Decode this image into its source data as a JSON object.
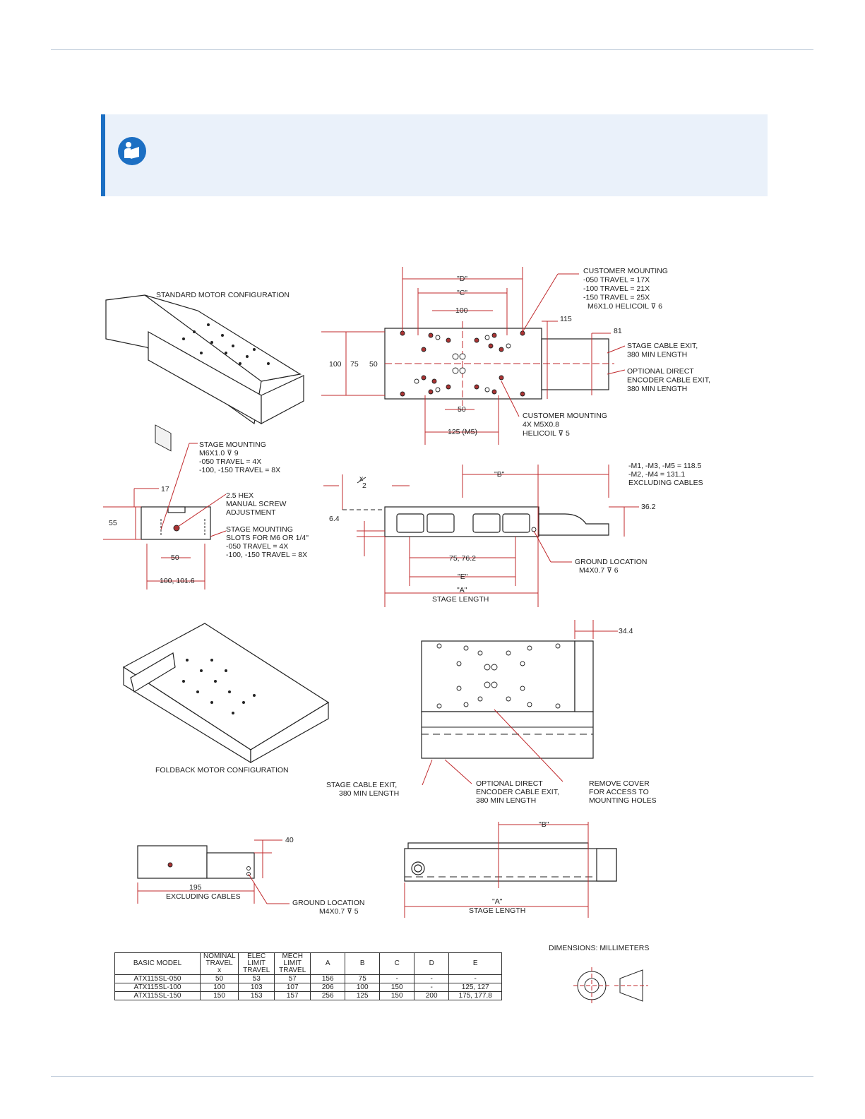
{
  "document": {
    "note_icon": "read-manual-icon",
    "accent_color": "#1c6fc3",
    "dimension_red": "#c0282b"
  },
  "labels": {
    "standard_motor": "STANDARD MOTOR CONFIGURATION",
    "foldback_motor": "FOLDBACK MOTOR CONFIGURATION",
    "customer_mounting_1": [
      "CUSTOMER MOUNTING",
      "-050 TRAVEL = 17X",
      "-100 TRAVEL = 21X",
      "-150 TRAVEL = 25X",
      "M6X1.0 HELICOIL ⊽ 6"
    ],
    "customer_mounting_2": [
      "CUSTOMER MOUNTING",
      "4X M5X0.8",
      "HELICOIL ⊽ 5"
    ],
    "stage_cable_exit": [
      "STAGE CABLE EXIT,",
      "380 MIN LENGTH"
    ],
    "optional_encoder": [
      "OPTIONAL DIRECT",
      "ENCODER CABLE EXIT,",
      "380 MIN LENGTH"
    ],
    "stage_mounting": [
      "STAGE MOUNTING",
      "M6X1.0 ⊽ 9",
      "-050 TRAVEL = 4X",
      "-100, -150 TRAVEL = 8X"
    ],
    "hex": [
      "2.5 HEX",
      "MANUAL SCREW",
      "ADJUSTMENT"
    ],
    "slots": [
      "STAGE MOUNTING",
      "SLOTS FOR M6 OR 1/4\"",
      "-050 TRAVEL = 4X",
      "-100, -150  TRAVEL = 8X"
    ],
    "m_lengths": [
      "-M1, -M3, -M5 = 118.5",
      "-M2, -M4 = 131.1",
      "EXCLUDING CABLES"
    ],
    "ground_1": [
      "GROUND LOCATION",
      "M4X0.7 ⊽ 6"
    ],
    "ground_2": [
      "GROUND LOCATION",
      "M4X0.7 ⊽ 5"
    ],
    "stage_cable_exit_2": [
      "STAGE CABLE EXIT,",
      "380 MIN LENGTH"
    ],
    "optional_encoder_2": [
      "OPTIONAL DIRECT",
      "ENCODER CABLE EXIT,",
      "380 MIN LENGTH"
    ],
    "remove_cover": [
      "REMOVE COVER",
      "FOR ACCESS TO",
      "MOUNTING HOLES"
    ],
    "excluding_cables": [
      "195",
      "EXCLUDING CABLES"
    ],
    "stage_length": [
      "\"A\"",
      "STAGE LENGTH"
    ],
    "stage_length_2": [
      "\"A\"",
      "STAGE LENGTH"
    ],
    "units": "DIMENSIONS: MILLIMETERS"
  },
  "dims": {
    "D": "\"D\"",
    "C": "\"C\"",
    "d100": "100",
    "d115": "115",
    "d81": "81",
    "h100": "100",
    "h75": "75",
    "h50": "50",
    "d50b": "50",
    "d125": "125 (M5)",
    "d17": "17",
    "d55": "55",
    "d50c": "50",
    "d100c": "100, 101.6",
    "x2_top": "x",
    "x2_bot": "2",
    "B": "\"B\"",
    "d64": "6.4",
    "d362": "36.2",
    "d75": "75, 76.2",
    "E": "\"E\"",
    "d344": "34.4",
    "d40": "40",
    "B2": "\"B\""
  },
  "table": {
    "headers": [
      "BASIC MODEL",
      "NOMINAL TRAVEL x",
      "ELEC LIMIT TRAVEL",
      "MECH LIMIT TRAVEL",
      "A",
      "B",
      "C",
      "D",
      "E"
    ],
    "rows": [
      [
        "ATX115SL-050",
        "50",
        "53",
        "57",
        "156",
        "75",
        "-",
        "-",
        "-"
      ],
      [
        "ATX115SL-100",
        "100",
        "103",
        "107",
        "206",
        "100",
        "150",
        "-",
        "125, 127"
      ],
      [
        "ATX115SL-150",
        "150",
        "153",
        "157",
        "256",
        "125",
        "150",
        "200",
        "175, 177.8"
      ]
    ]
  }
}
